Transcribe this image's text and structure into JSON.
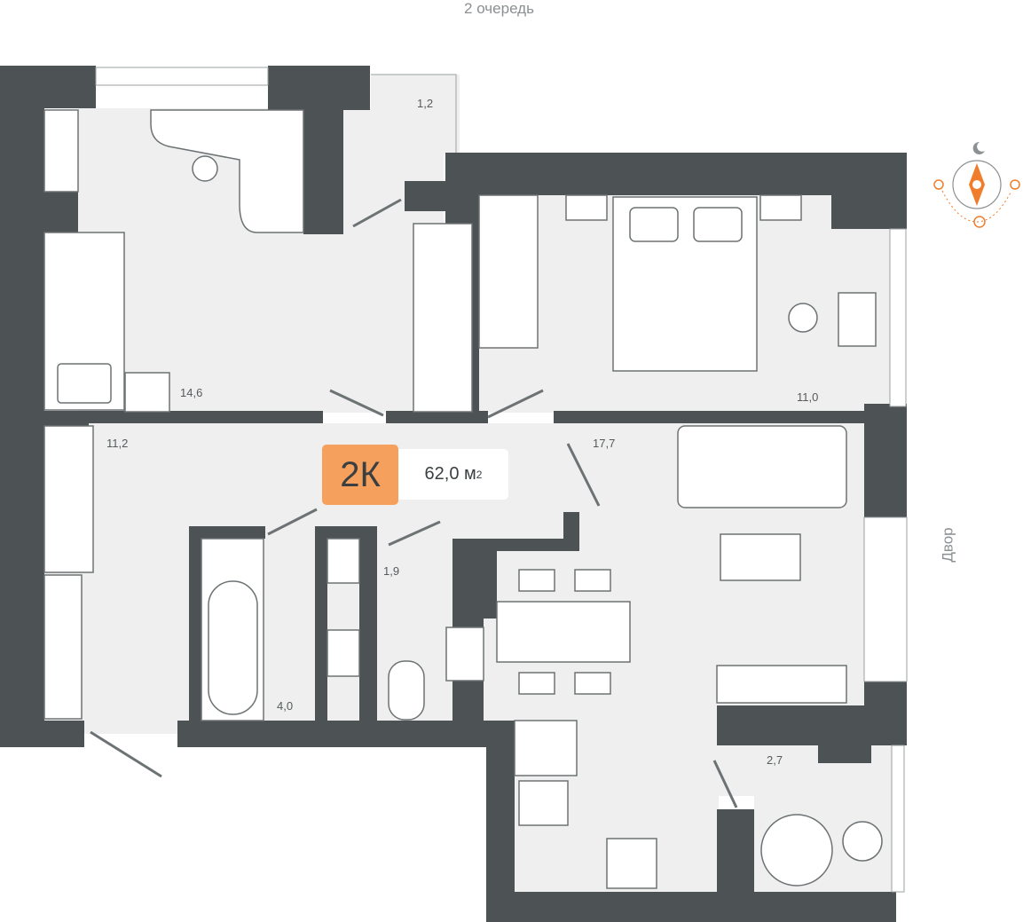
{
  "header": {
    "queue_label": "2 очередь"
  },
  "apartment": {
    "type_badge": "2К",
    "total_area": "62,0 м",
    "area_unit_sup": "2"
  },
  "side": {
    "yard_label": "Двор"
  },
  "rooms": [
    {
      "id": "balcony-top",
      "area": "1,2"
    },
    {
      "id": "bedroom-left",
      "area": "14,6"
    },
    {
      "id": "bedroom-right",
      "area": "11,0"
    },
    {
      "id": "hallway",
      "area": "11,2"
    },
    {
      "id": "living-kitchen",
      "area": "17,7"
    },
    {
      "id": "toilet",
      "area": "1,9"
    },
    {
      "id": "bathroom",
      "area": "4,0"
    },
    {
      "id": "balcony-bottom",
      "area": "2,7"
    }
  ],
  "compass": {
    "icons": [
      "moon-icon",
      "sunrise-icon",
      "sun-icon",
      "sunset-icon",
      "compass-icon"
    ]
  },
  "colors": {
    "wall": "#4d5355",
    "floor": "#efefef",
    "accent": "#f5a05c",
    "orange": "#ef7d2c",
    "text": "#555a5c"
  }
}
